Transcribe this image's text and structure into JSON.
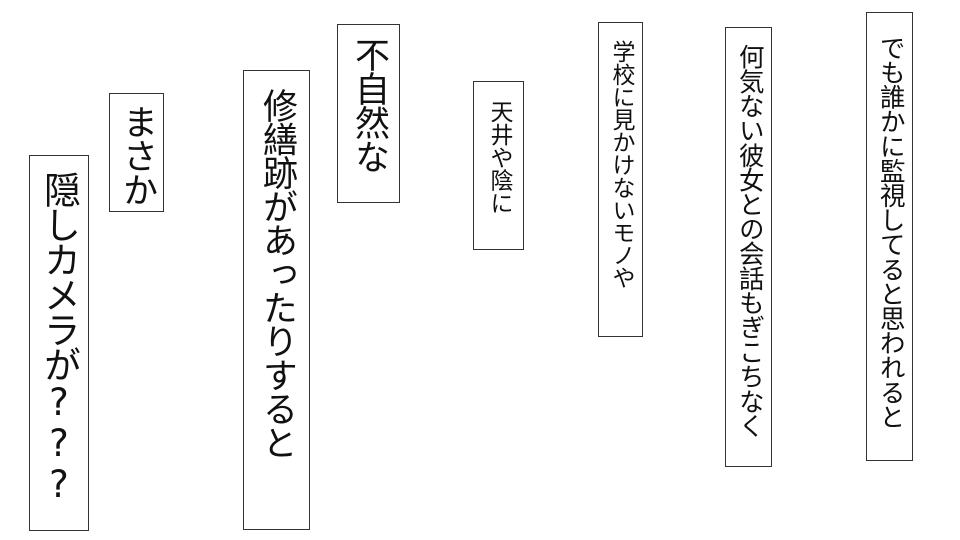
{
  "panels": [
    {
      "text": "でも誰かに監視してると思われると"
    },
    {
      "text": "何気ない彼女との会話もぎこちなく"
    },
    {
      "text": "学校に見かけないモノや"
    },
    {
      "text": "天井や陰に"
    },
    {
      "text": "不自然な"
    },
    {
      "text": "修繕跡があったりすると"
    },
    {
      "text": "まさか"
    },
    {
      "text": "隠しカメラが???"
    }
  ]
}
